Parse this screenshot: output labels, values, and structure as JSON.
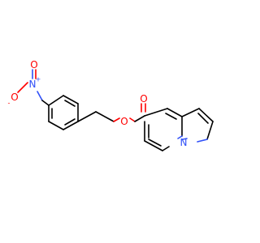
{
  "molecule": {
    "atoms": {
      "nitro_o_minus": {
        "symbol": "O",
        "charge": "-",
        "color": "#ff0000"
      },
      "nitro_n": {
        "symbol": "N",
        "charge": "+",
        "color": "#3050f8"
      },
      "nitro_o_double": {
        "symbol": "O",
        "color": "#ff0000"
      },
      "ester_o": {
        "symbol": "O",
        "color": "#ff0000"
      },
      "carbonyl_o": {
        "symbol": "O",
        "color": "#ff0000"
      },
      "ring_n": {
        "symbol": "N",
        "color": "#3050f8"
      }
    }
  }
}
